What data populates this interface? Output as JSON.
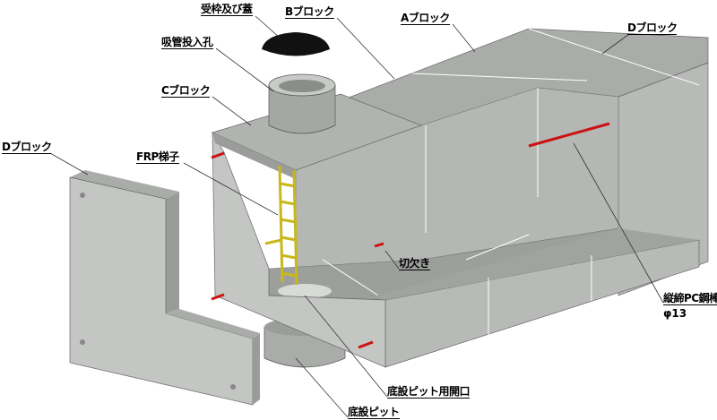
{
  "labels": {
    "cover": "受枠及び蓋",
    "b_block": "Bブロック",
    "a_block": "Aブロック",
    "d_block_right": "Dブロック",
    "suction_hole": "吸管投入孔",
    "c_block": "Cブロック",
    "d_block_left": "Dブロック",
    "frp_ladder": "FRP梯子",
    "notch": "切欠き",
    "pc_bar": "縦締PC鋼棒",
    "pc_bar_size": "φ13",
    "pit_opening": "底設ピット用開口",
    "pit": "底設ピット"
  },
  "colors": {
    "concrete_light": "#c4c6c4",
    "concrete_mid": "#a9aca9",
    "concrete_dark": "#8f928f",
    "ladder": "#d8c81c",
    "pc_bar": "#cc1111",
    "cover": "#111111"
  }
}
